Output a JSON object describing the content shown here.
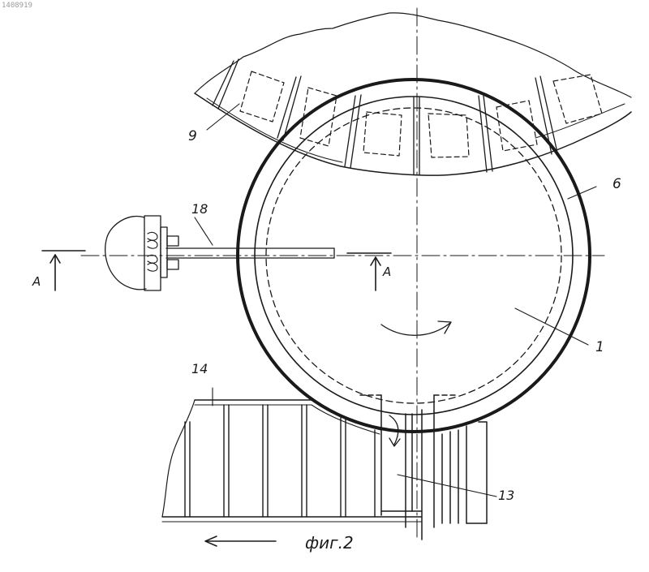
{
  "stamp": "1408919",
  "labels": {
    "cassette": "9",
    "casing": "6",
    "shaft": "18",
    "drum": "1",
    "bunker": "14",
    "chute": "13",
    "section_left": "A",
    "section_right": "A"
  },
  "caption": "фиг.2"
}
